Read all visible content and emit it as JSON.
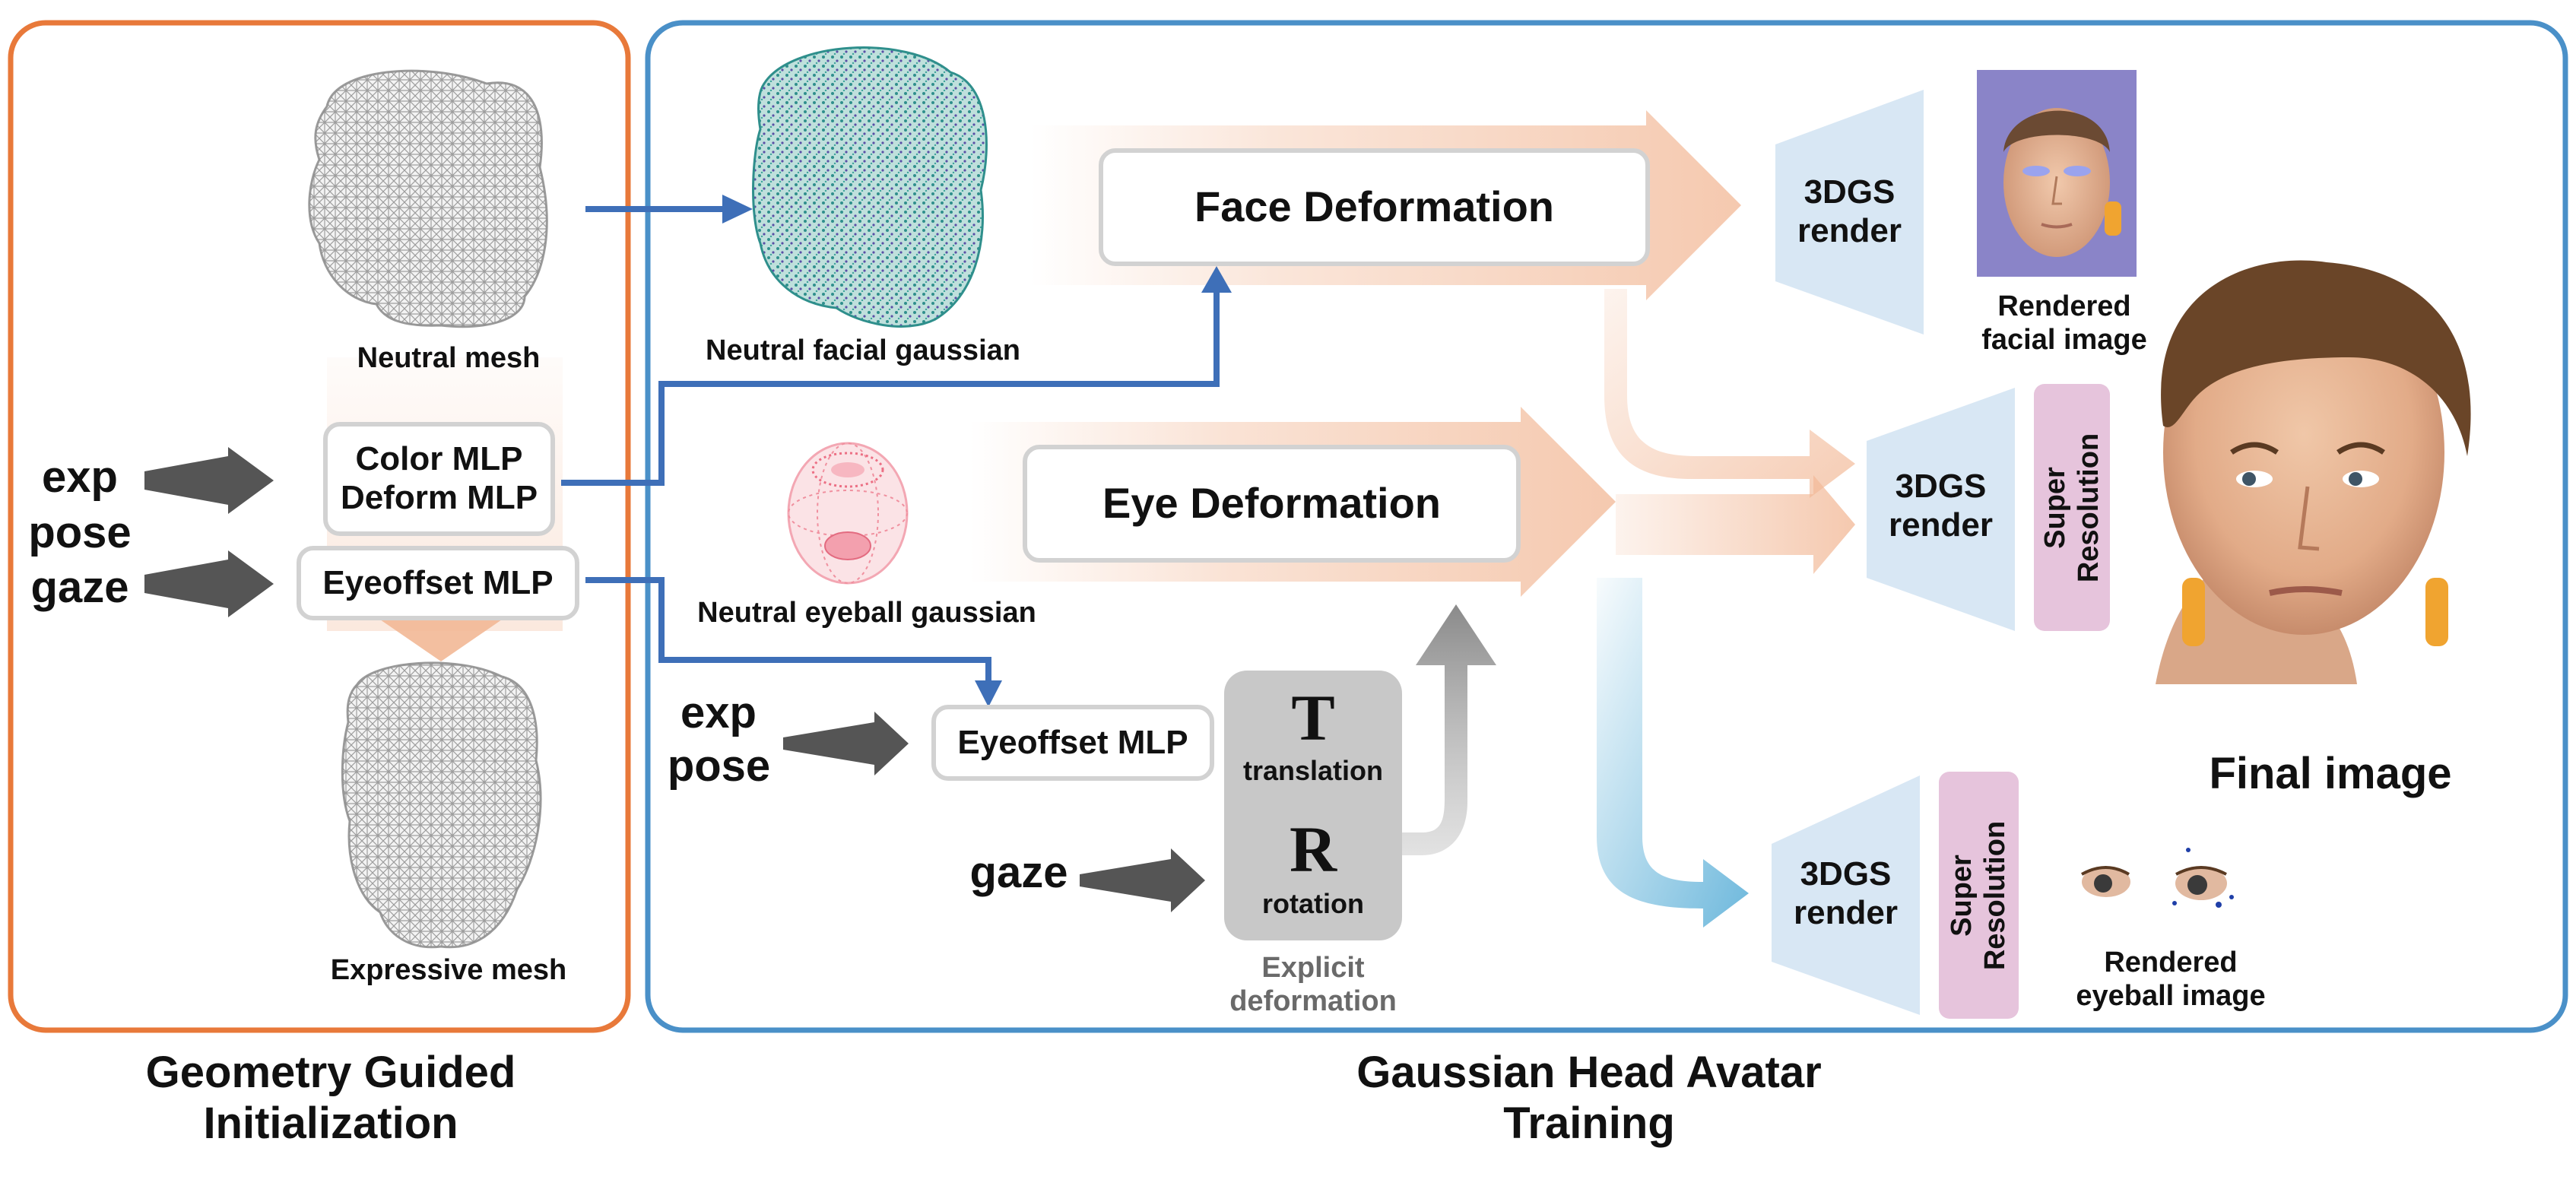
{
  "colors": {
    "left_panel_border": "#e8793a",
    "right_panel_border": "#4a90c8",
    "blue_arrow": "#3e6fb8",
    "gray_arrow": "#555555",
    "flow_arrow": "#f2b896",
    "render_trapezoid": "#d8e7f4",
    "super_resolution": "#e6c4dc",
    "explicit_box": "#c8c8c8",
    "eye_flow_arrow": "#6db8dc"
  },
  "left_panel": {
    "title_line1": "Geometry Guided",
    "title_line2": "Initialization",
    "neutral_mesh_label": "Neutral mesh",
    "expressive_mesh_label": "Expressive mesh",
    "color_deform_mlp_line1": "Color MLP",
    "color_deform_mlp_line2": "Deform MLP",
    "eyeoffset_mlp": "Eyeoffset MLP",
    "input_exp": "exp",
    "input_pose": "pose",
    "input_gaze": "gaze"
  },
  "right_panel": {
    "title_line1": "Gaussian Head Avatar",
    "title_line2": "Training",
    "neutral_facial_gaussian_label": "Neutral facial gaussian",
    "neutral_eyeball_gaussian_label": "Neutral eyeball gaussian",
    "face_deformation": "Face Deformation",
    "eye_deformation": "Eye Deformation",
    "eyeoffset_mlp": "Eyeoffset MLP",
    "input_exp": "exp",
    "input_pose": "pose",
    "input_gaze": "gaze",
    "translation_symbol": "T",
    "translation_label": "translation",
    "rotation_symbol": "R",
    "rotation_label": "rotation",
    "explicit_line1": "Explicit",
    "explicit_line2": "deformation",
    "render_line1": "3DGS",
    "render_line2": "render",
    "super_line1": "Super",
    "super_line2": "Resolution",
    "rendered_facial_line1": "Rendered",
    "rendered_facial_line2": "facial image",
    "rendered_eyeball_line1": "Rendered",
    "rendered_eyeball_line2": "eyeball image",
    "final_image": "Final image"
  }
}
